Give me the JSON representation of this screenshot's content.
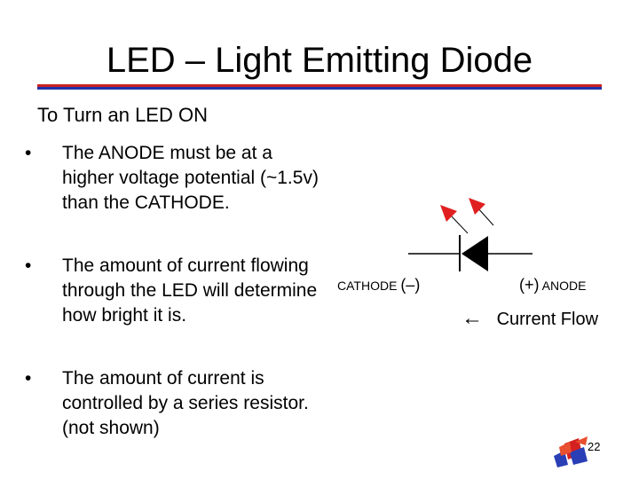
{
  "slide": {
    "title": "LED – Light Emitting Diode",
    "subtitle": "To Turn an LED ON",
    "bullets": [
      {
        "marker": "•",
        "text": "The ANODE must be at a higher voltage potential (~1.5v) than the CATHODE."
      },
      {
        "marker": "•",
        "text": "The amount of current flowing through the LED will determine how bright it is."
      },
      {
        "marker": "•",
        "text": "The amount of current is controlled by a series resistor. (not shown)"
      }
    ],
    "page_number": "22"
  },
  "diagram": {
    "cathode_label": "CATHODE",
    "cathode_sign": "(–)",
    "anode_label": "ANODE",
    "anode_sign": "(+)",
    "flow_arrow": "←",
    "flow_label": "Current Flow",
    "colors": {
      "light_arrows": "#e02020",
      "diode": "#000000"
    }
  },
  "theme": {
    "rule_top": "#cc2222",
    "rule_bottom": "#2233aa"
  }
}
